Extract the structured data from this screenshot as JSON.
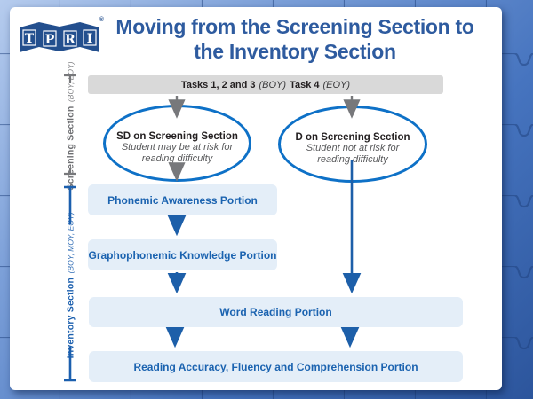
{
  "colors": {
    "background_blue": "#4674bf",
    "puzzle_line_navy": "#1d3f7c",
    "card_white": "#ffffff",
    "title_blue": "#2e5b9f",
    "logo_blue": "#234f8e",
    "bar_gray_fill": "#d9d9d9",
    "arrow_gray": "#77787b",
    "arrow_blue": "#1d5fa9",
    "ellipse_border_blue": "#0e71c7",
    "box_fill_light_blue": "#e4eef8",
    "box_text_blue": "#1b63b0",
    "screening_label_gray": "#6d6e71",
    "inventory_label_blue": "#1b5fae",
    "dark_text": "#231f20",
    "italic_gray": "#58595b"
  },
  "logo": {
    "letters": [
      "T",
      "P",
      "R",
      "I"
    ],
    "registered": "®"
  },
  "header": {
    "title_line1": "Moving from the Screening Section to",
    "title_line2": "the Inventory Section"
  },
  "task_bar": {
    "tasks_bold_1": "Tasks 1, 2 and 3",
    "boy_italic": "(BOY)",
    "task_bold_2": "Task 4",
    "eoy_italic": "(EOY)"
  },
  "screening_bracket": {
    "label": "Screening Section",
    "sublabel": "(BOY, EOY)"
  },
  "inventory_bracket": {
    "label": "Inventory Section",
    "sublabel": "(BOY, MOY, EOY)"
  },
  "left_ellipse": {
    "heading": "SD on Screening Section",
    "description": "Student may be at risk for reading difficulty"
  },
  "right_ellipse": {
    "heading": "D on Screening Section",
    "description": "Student not at risk for reading difficulty"
  },
  "flow_boxes": {
    "phonemic": "Phonemic Awareness Portion",
    "graphophonemic": "Graphophonemic Knowledge Portion",
    "word_reading": "Word Reading Portion",
    "reading_accuracy": "Reading Accuracy, Fluency and Comprehension Portion"
  }
}
